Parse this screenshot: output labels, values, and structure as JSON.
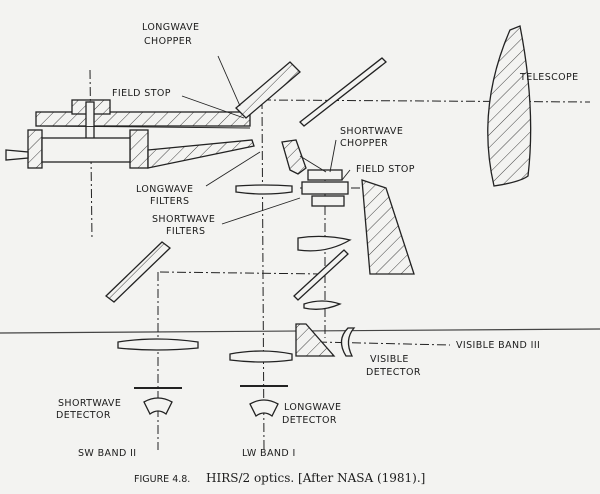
{
  "labels": {
    "longwave_chopper_1": "LONGWAVE",
    "longwave_chopper_2": "CHOPPER",
    "field_stop_1": "FIELD STOP",
    "telescope": "TELESCOPE",
    "shortwave_chopper_1": "SHORTWAVE",
    "shortwave_chopper_2": "CHOPPER",
    "field_stop_2": "FIELD STOP",
    "longwave_filters_1": "LONGWAVE",
    "longwave_filters_2": "FILTERS",
    "shortwave_filters_1": "SHORTWAVE",
    "shortwave_filters_2": "FILTERS",
    "visible_band": "VISIBLE BAND III",
    "visible_detector_1": "VISIBLE",
    "visible_detector_2": "DETECTOR",
    "shortwave_detector_1": "SHORTWAVE",
    "shortwave_detector_2": "DETECTOR",
    "longwave_detector_1": "LONGWAVE",
    "longwave_detector_2": "DETECTOR",
    "sw_band": "SW BAND II",
    "lw_band": "LW BAND I"
  },
  "caption": {
    "figure": "FIGURE 4.8.",
    "text": "HIRS/2 optics. [After NASA (1981).]"
  }
}
